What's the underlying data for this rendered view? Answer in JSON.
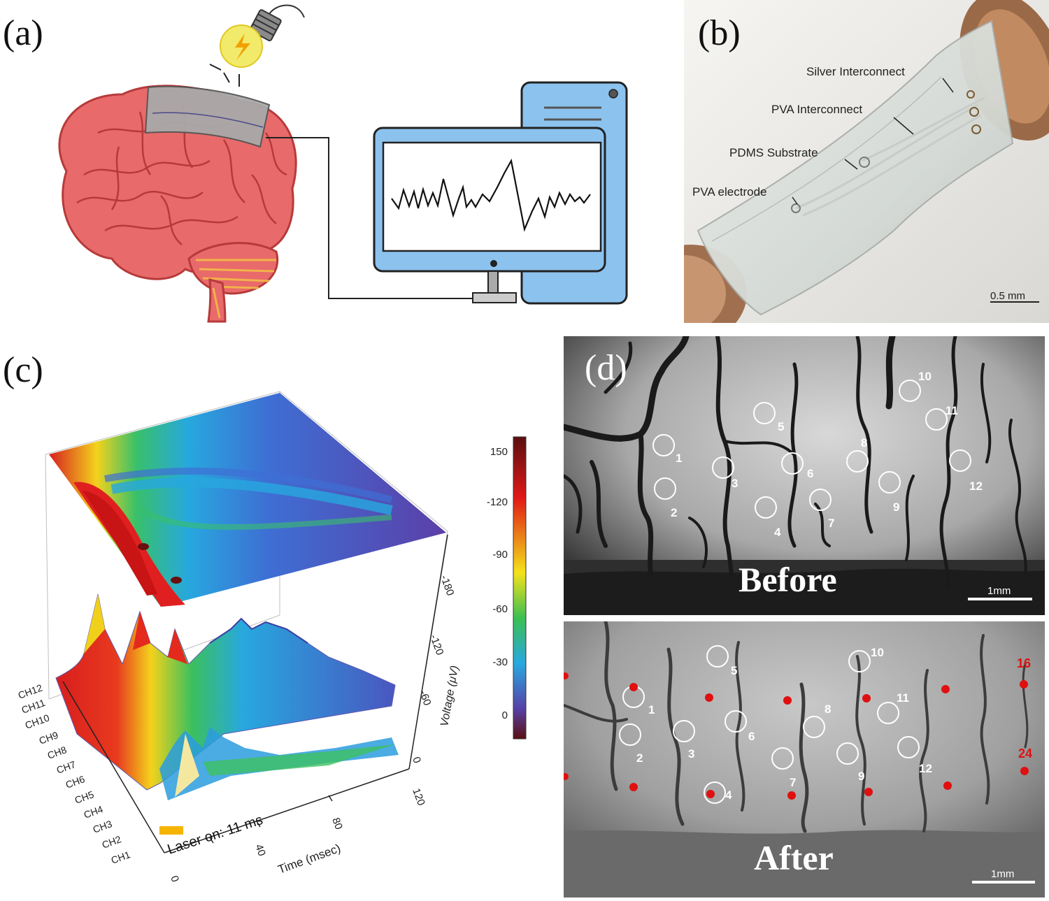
{
  "panel_a": {
    "label": "(a)"
  },
  "panel_b": {
    "label": "(b)",
    "annotations": [
      "Silver Interconnect",
      "PVA Interconnect",
      "PDMS Substrate",
      "PVA electrode"
    ],
    "scale": "0.5 mm"
  },
  "panel_c": {
    "label": "(c)",
    "channels": [
      "CH12",
      "CH11",
      "CH10",
      "CH9",
      "CH8",
      "CH7",
      "CH6",
      "CH5",
      "CH4",
      "CH3",
      "CH2",
      "CH1"
    ],
    "time_ticks": [
      "0",
      "40",
      "80",
      "120"
    ],
    "time_label": "Time (msec)",
    "voltage_ticks": [
      "0",
      "-60",
      "-120",
      "-180"
    ],
    "voltage_label": "Voltage (μV)",
    "colorbar_ticks": [
      "150",
      "-120",
      "-90",
      "-60",
      "-30",
      "0"
    ],
    "laser_label": "Laser on: 11 ms",
    "colors": {
      "laser": "#f5b400"
    }
  },
  "panel_d": {
    "label": "(d)",
    "before": {
      "title": "Before",
      "scale": "1mm",
      "electrodes": [
        "1",
        "2",
        "3",
        "4",
        "5",
        "6",
        "7",
        "8",
        "9",
        "10",
        "11",
        "12"
      ]
    },
    "after": {
      "title": "After",
      "scale": "1mm",
      "electrodes": [
        "1",
        "2",
        "3",
        "4",
        "5",
        "6",
        "7",
        "8",
        "9",
        "10",
        "11",
        "12"
      ],
      "red_labels": [
        "16",
        "24"
      ]
    },
    "colors": {
      "marker": "#e01010"
    }
  }
}
